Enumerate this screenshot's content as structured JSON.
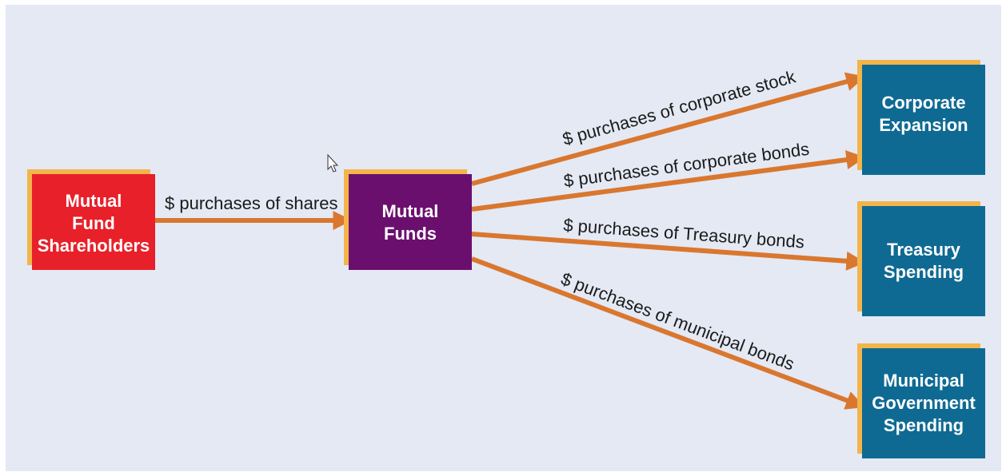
{
  "nodes": {
    "shareholders": {
      "lines": [
        "Mutual",
        "Fund",
        "Shareholders"
      ],
      "color": "#e8202a"
    },
    "funds": {
      "lines": [
        "Mutual",
        "Funds"
      ],
      "color": "#6b0f6e"
    },
    "corporate": {
      "lines": [
        "Corporate",
        "Expansion"
      ],
      "color": "#0f6a93"
    },
    "treasury": {
      "lines": [
        "Treasury",
        "Spending"
      ],
      "color": "#0f6a93"
    },
    "municipal": {
      "lines": [
        "Municipal",
        "Government",
        "Spending"
      ],
      "color": "#0f6a93"
    }
  },
  "edges": {
    "shares": "$ purchases of shares",
    "corporate_stock": "$ purchases of corporate stock",
    "corporate_bonds": "$ purchases of corporate bonds",
    "treasury_bonds": "$ purchases of Treasury bonds",
    "municipal_bonds": "$ purchases of municipal bonds"
  },
  "colors": {
    "arrow": "#d9772f",
    "shadow": "#f3b54a",
    "background": "#e4e9f4"
  }
}
